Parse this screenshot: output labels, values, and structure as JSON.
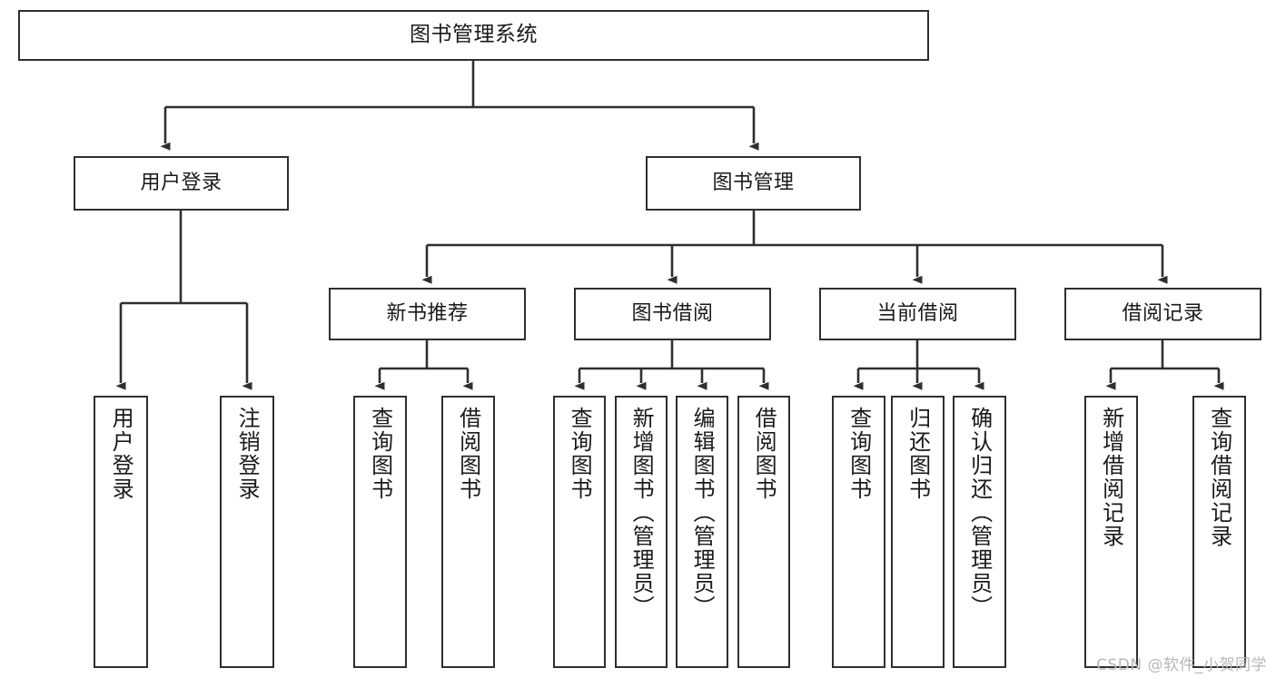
{
  "diagram": {
    "title": "图书管理系统",
    "type": "tree",
    "colors": {
      "background": "#ffffff",
      "border": "#2f2f2f",
      "line": "#2f2f2f",
      "text": "#1a1a1a",
      "watermark": "#b7b7b7"
    },
    "nodes": {
      "root": {
        "label": "图书管理系统",
        "level": 0
      },
      "l1": [
        {
          "id": "user_login",
          "label": "用户登录",
          "level": 1
        },
        {
          "id": "book_manage",
          "label": "图书管理",
          "level": 1
        }
      ],
      "l2": [
        {
          "id": "new_book_rec",
          "label": "新书推荐",
          "level": 2,
          "parent": "book_manage"
        },
        {
          "id": "book_borrow",
          "label": "图书借阅",
          "level": 2,
          "parent": "book_manage"
        },
        {
          "id": "current_borrow",
          "label": "当前借阅",
          "level": 2,
          "parent": "book_manage"
        },
        {
          "id": "borrow_record",
          "label": "借阅记录",
          "level": 2,
          "parent": "book_manage"
        }
      ],
      "leaves": [
        {
          "id": "leaf_user_login",
          "label": "用户登录",
          "parent": "user_login"
        },
        {
          "id": "leaf_user_logout",
          "label": "注销登录",
          "parent": "user_login"
        },
        {
          "id": "leaf_query_book_rec",
          "label": "查询图书",
          "parent": "new_book_rec"
        },
        {
          "id": "leaf_borrow_book_rec",
          "label": "借阅图书",
          "parent": "new_book_rec"
        },
        {
          "id": "leaf_query_book_b",
          "label": "查询图书",
          "parent": "book_borrow"
        },
        {
          "id": "leaf_add_book",
          "label": "新增图书（管理员）",
          "parent": "book_borrow"
        },
        {
          "id": "leaf_edit_book",
          "label": "编辑图书（管理员）",
          "parent": "book_borrow"
        },
        {
          "id": "leaf_borrow_book_b",
          "label": "借阅图书",
          "parent": "book_borrow"
        },
        {
          "id": "leaf_query_book_c",
          "label": "查询图书",
          "parent": "current_borrow"
        },
        {
          "id": "leaf_return_book",
          "label": "归还图书",
          "parent": "current_borrow"
        },
        {
          "id": "leaf_confirm_return",
          "label": "确认归还（管理员）",
          "parent": "current_borrow"
        },
        {
          "id": "leaf_add_record",
          "label": "新增借阅记录",
          "parent": "borrow_record"
        },
        {
          "id": "leaf_query_record",
          "label": "查询借阅记录",
          "parent": "borrow_record"
        }
      ]
    }
  },
  "watermark": {
    "text": "CSDN @软件_小贺同学"
  }
}
